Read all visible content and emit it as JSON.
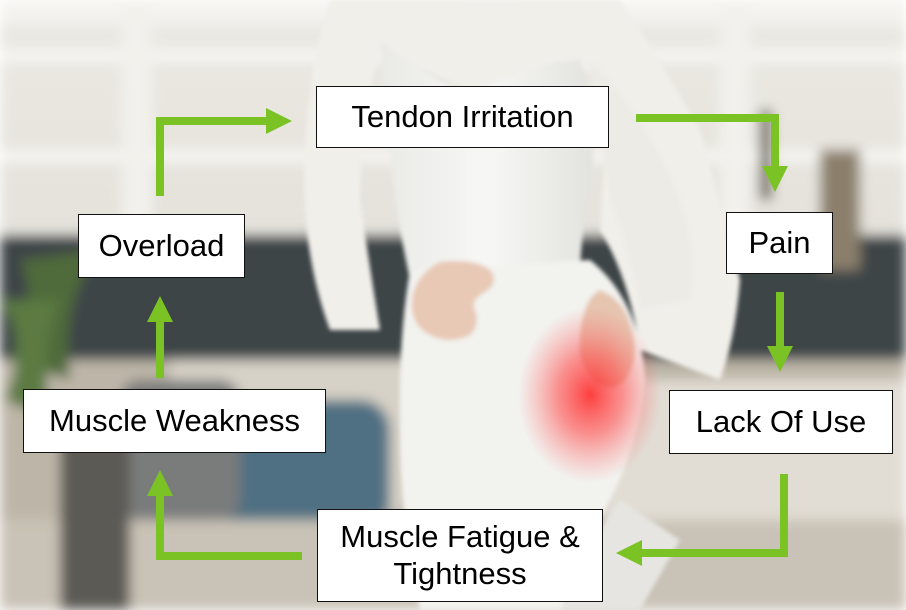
{
  "cycle": {
    "steps": [
      "Tendon Irritation",
      "Pain",
      "Lack Of Use",
      [
        "Muscle Fatigue &",
        "Tightness"
      ],
      "Muscle Weakness",
      "Overload"
    ],
    "arrow_color": "#7bc225",
    "pain_highlight_color": "#ff2a2a"
  }
}
